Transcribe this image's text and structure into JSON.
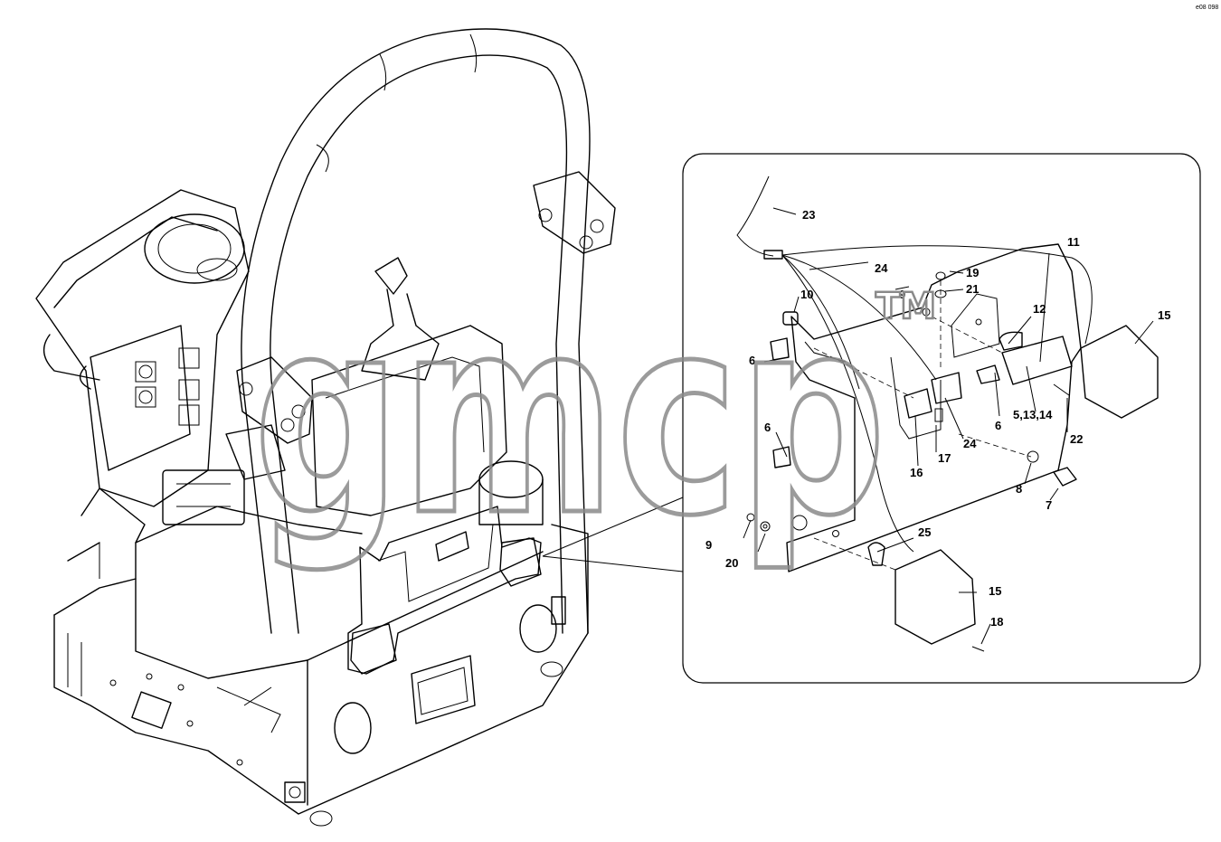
{
  "watermark": {
    "text": "gmcp",
    "tm": "TM"
  },
  "corner_code": "e08 098",
  "callouts": [
    {
      "id": "c23",
      "label": "23"
    },
    {
      "id": "c11",
      "label": "11"
    },
    {
      "id": "c24a",
      "label": "24"
    },
    {
      "id": "c19",
      "label": "19"
    },
    {
      "id": "c10",
      "label": "10"
    },
    {
      "id": "c9a",
      "label": "9"
    },
    {
      "id": "c21",
      "label": "21"
    },
    {
      "id": "c12",
      "label": "12"
    },
    {
      "id": "c15a",
      "label": "15"
    },
    {
      "id": "c6a",
      "label": "6"
    },
    {
      "id": "c5",
      "label": "5,13,14"
    },
    {
      "id": "c22",
      "label": "22"
    },
    {
      "id": "c6b",
      "label": "6"
    },
    {
      "id": "c24b",
      "label": "24"
    },
    {
      "id": "c6c",
      "label": "6"
    },
    {
      "id": "c16",
      "label": "16"
    },
    {
      "id": "c17",
      "label": "17"
    },
    {
      "id": "c8",
      "label": "8"
    },
    {
      "id": "c7",
      "label": "7"
    },
    {
      "id": "c9b",
      "label": "9"
    },
    {
      "id": "c20",
      "label": "20"
    },
    {
      "id": "c25",
      "label": "25"
    },
    {
      "id": "c15b",
      "label": "15"
    },
    {
      "id": "c18",
      "label": "18"
    }
  ]
}
